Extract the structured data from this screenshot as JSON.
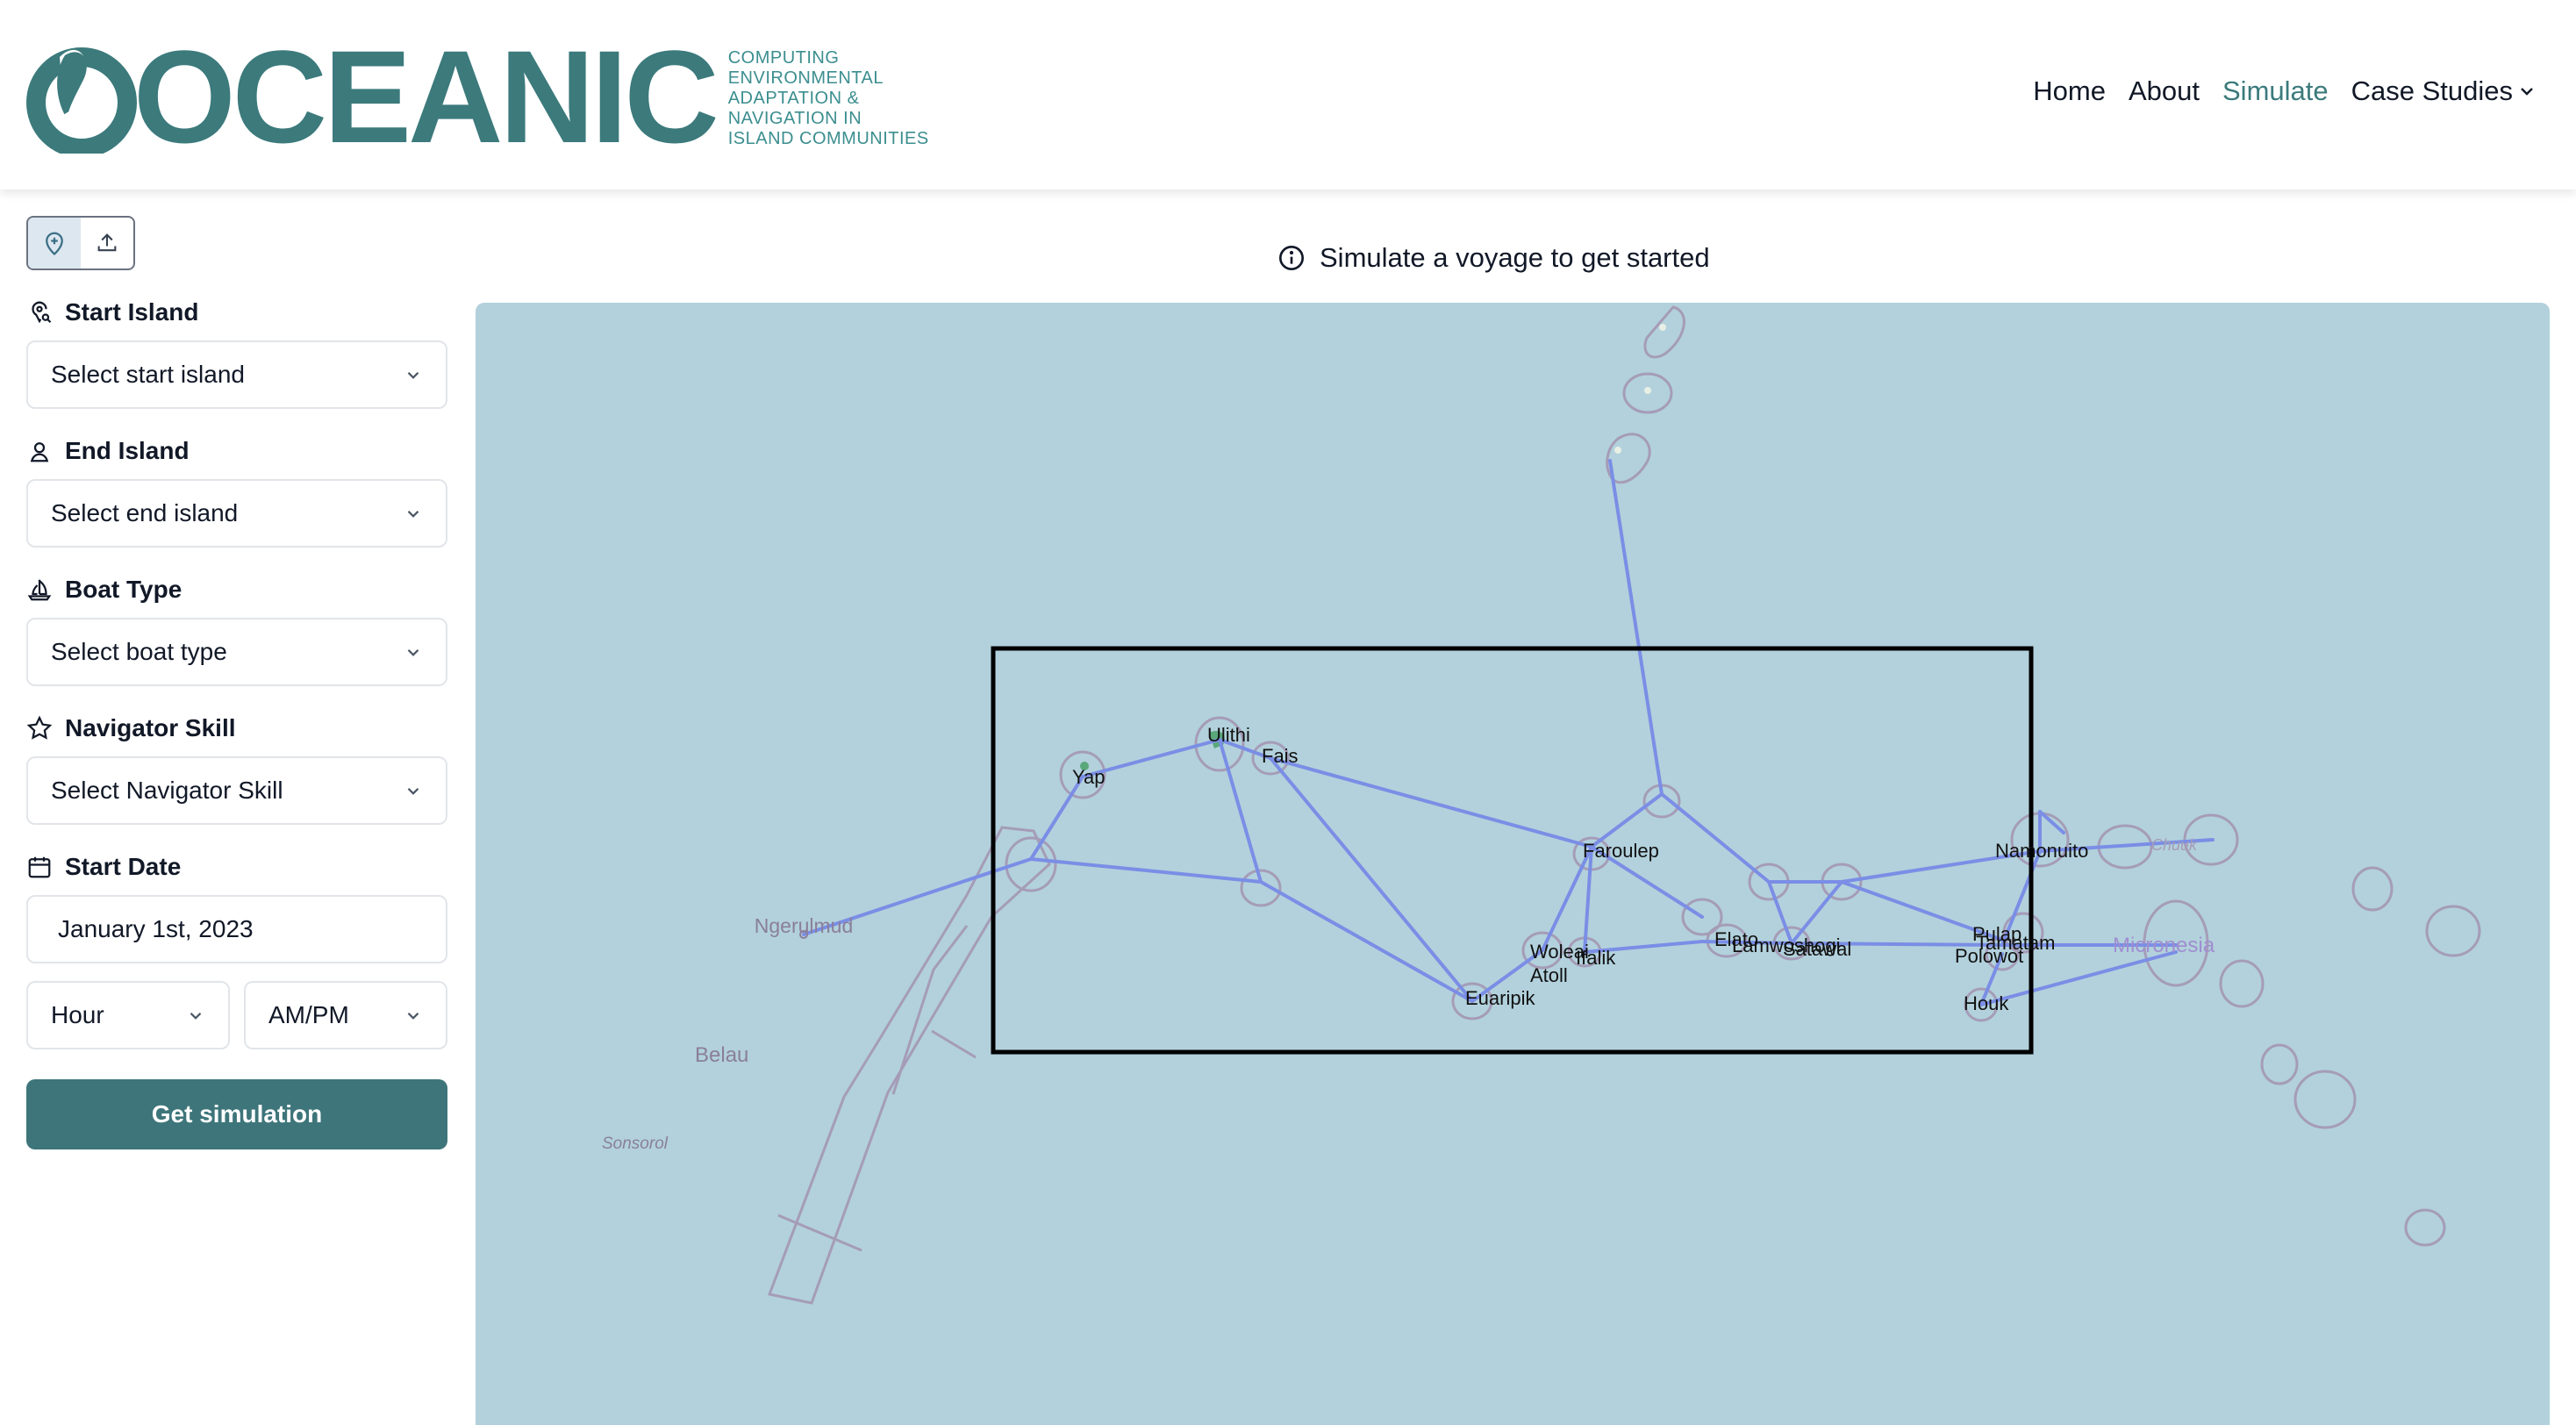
{
  "header": {
    "logo_word": "OCEANIC",
    "logo_tagline": [
      "COMPUTING",
      "ENVIRONMENTAL",
      "ADAPTATION &",
      "NAVIGATION IN",
      "ISLAND COMMUNITIES"
    ],
    "nav": [
      {
        "label": "Home",
        "active": false
      },
      {
        "label": "About",
        "active": false
      },
      {
        "label": "Simulate",
        "active": true
      },
      {
        "label": "Case Studies",
        "active": false,
        "dropdown": true
      }
    ]
  },
  "sidebar": {
    "mode_icons": [
      "map-pin-plus-icon",
      "upload-icon"
    ],
    "start_island": {
      "label": "Start Island",
      "placeholder": "Select start island",
      "icon": "map-pin-search-icon"
    },
    "end_island": {
      "label": "End Island",
      "placeholder": "Select end island",
      "icon": "map-pin-user-icon"
    },
    "boat_type": {
      "label": "Boat Type",
      "placeholder": "Select boat type",
      "icon": "sailboat-icon"
    },
    "navigator_skill": {
      "label": "Navigator Skill",
      "placeholder": "Select Navigator Skill",
      "icon": "star-icon"
    },
    "start_date": {
      "label": "Start Date",
      "value": "January 1st, 2023",
      "icon": "calendar-icon"
    },
    "hour": {
      "placeholder": "Hour"
    },
    "ampm": {
      "placeholder": "AM/PM"
    },
    "submit_label": "Get simulation"
  },
  "main": {
    "hint": "Simulate a voyage to get started",
    "map": {
      "place_labels": {
        "ngerulmud": "Ngerulmud",
        "belau": "Belau",
        "sonsorol": "Sonsorol",
        "chuuk": "Chuuk",
        "micronesia": "Micronesia"
      },
      "island_labels": {
        "yap": "Yap",
        "ulithi": "Ulithi",
        "fais": "Fais",
        "faroulep": "Faroulep",
        "woleai": "Woleai",
        "atoll": "Atoll",
        "ifalik": "Ifalik",
        "euaripik": "Euaripik",
        "elato": "Elato",
        "lamwoshogi": "Lamwoshogi",
        "satawal": "Satawal",
        "namonuito": "Namonuito",
        "pulap": "Pulap",
        "tamatam": "Tamatam",
        "polowot": "Polowot",
        "houk": "Houk"
      },
      "colors": {
        "ocean": "#b2d1dc",
        "route": "#7a8ee6",
        "outline": "#a59cb8",
        "selection": "#000000"
      }
    }
  }
}
